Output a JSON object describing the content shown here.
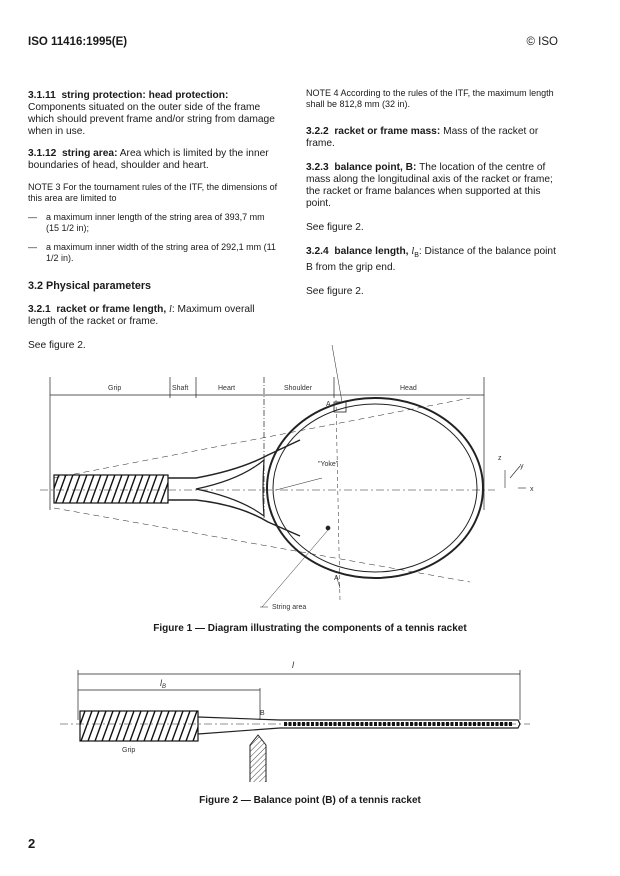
{
  "header": {
    "left": "ISO 11416:1995(E)",
    "right": "© ISO"
  },
  "left_col": {
    "def_3_1_11": {
      "num": "3.1.11",
      "term": "string protection: head protection:",
      "text": "Components situated on the outer side of the frame which should prevent frame and/or string from damage when in use."
    },
    "def_3_1_12": {
      "num": "3.1.12",
      "term": "string area:",
      "text": "Area which is limited by the inner boundaries of head, shoulder and heart."
    },
    "note3": "NOTE 3 For the tournament rules of the ITF, the dimensions of this area are limited to",
    "dash1": "a maximum inner length of the string area of 393,7 mm (15 1/2 in);",
    "dash2": "a maximum inner width of the string area of 292,1 mm (11 1/2 in).",
    "section_3_2": "3.2 Physical parameters",
    "def_3_2_1": {
      "num": "3.2.1",
      "term": "racket or frame length,",
      "sym": "l",
      "text": ": Maximum overall length of the racket or frame."
    },
    "see1": "See figure 2."
  },
  "right_col": {
    "note4": "NOTE 4 According to the rules of the ITF, the maximum length shall be 812,8 mm (32 in).",
    "def_3_2_2": {
      "num": "3.2.2",
      "term": "racket or frame mass:",
      "text": "Mass of the racket or frame."
    },
    "def_3_2_3": {
      "num": "3.2.3",
      "term": "balance point, B:",
      "text": "The location of the centre of mass along the longitudinal axis of the racket or frame; the racket or frame balances when supported at this point."
    },
    "see2": "See figure 2.",
    "def_3_2_4": {
      "num": "3.2.4",
      "term": "balance length,",
      "sym": "l",
      "sub": "B",
      "text": ": Distance of the balance point B from the grip end."
    },
    "see3": "See figure 2."
  },
  "figure1": {
    "labels": {
      "grip": "Grip",
      "shaft": "Shaft",
      "heart": "Heart",
      "shoulder": "Shoulder",
      "head": "Head",
      "yoke": "\"Yoke\"",
      "string_area": "String area",
      "a": "A",
      "z": "z",
      "y": "y",
      "x": "x"
    },
    "caption": "Figure 1 — Diagram illustrating the components of a tennis racket"
  },
  "figure2": {
    "labels": {
      "l": "l",
      "lb": "l",
      "lb_sub": "B",
      "b": "B",
      "grip": "Grip"
    },
    "caption": "Figure 2 — Balance point (B) of a tennis racket"
  },
  "page_number": "2"
}
